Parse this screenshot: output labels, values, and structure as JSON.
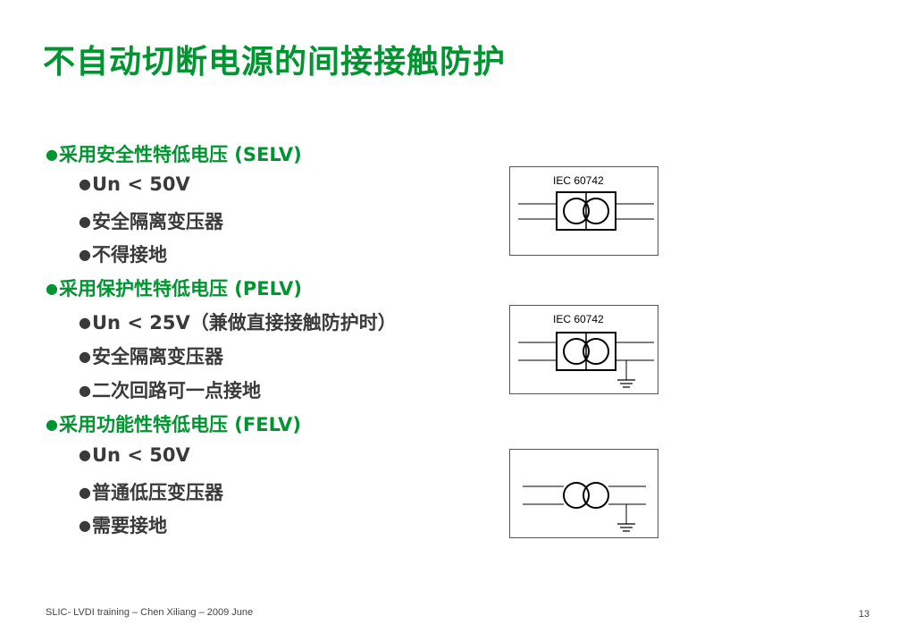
{
  "slide": {
    "title": "不自动切断电源的间接接触防护",
    "bullets": [
      {
        "level": 1,
        "text": "采用安全性特低电压 (SELV)"
      },
      {
        "level": 2,
        "text": "Un < 50V"
      },
      {
        "level": 2,
        "text": "安全隔离变压器"
      },
      {
        "level": 2,
        "text": "不得接地"
      },
      {
        "level": 1,
        "text": "采用保护性特低电压 (PELV)"
      },
      {
        "level": 2,
        "text": "Un < 25V（兼做直接接触防护时）"
      },
      {
        "level": 2,
        "text": "安全隔离变压器"
      },
      {
        "level": 2,
        "text": "二次回路可一点接地"
      },
      {
        "level": 1,
        "text": "采用功能性特低电压 (FELV)"
      },
      {
        "level": 2,
        "text": "Un < 50V"
      },
      {
        "level": 2,
        "text": "普通低压变压器"
      },
      {
        "level": 2,
        "text": "需要接地"
      }
    ],
    "bullet_glyph": "●",
    "diagrams": {
      "selv_standard": "IEC 60742",
      "pelv_standard": "IEC 60742"
    },
    "footer": "SLIC- LVDI training – Chen Xiliang – 2009 June",
    "page_number": "13",
    "colors": {
      "accent": "#009530",
      "body_text": "#3a3a3a"
    }
  }
}
